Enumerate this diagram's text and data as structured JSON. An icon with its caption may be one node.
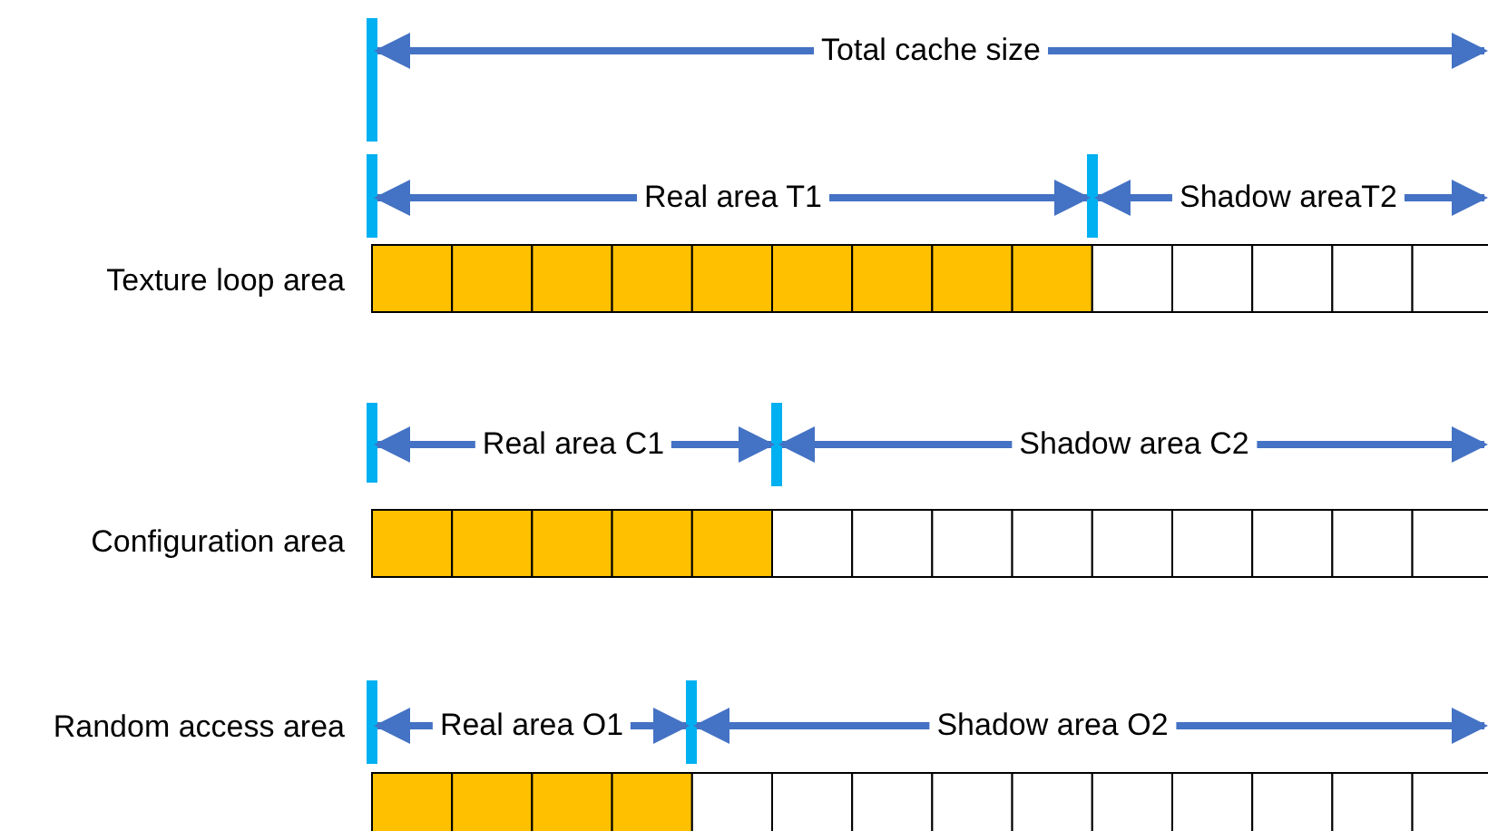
{
  "diagram": {
    "labels": [
      "Total cache size",
      "Real area T1",
      "Shadow areaT2",
      "Texture loop area",
      "Real area C1",
      "Shadow area C2",
      "Configuration area",
      "Random access area",
      "Real area O1",
      "Shadow area O2"
    ]
  }
}
